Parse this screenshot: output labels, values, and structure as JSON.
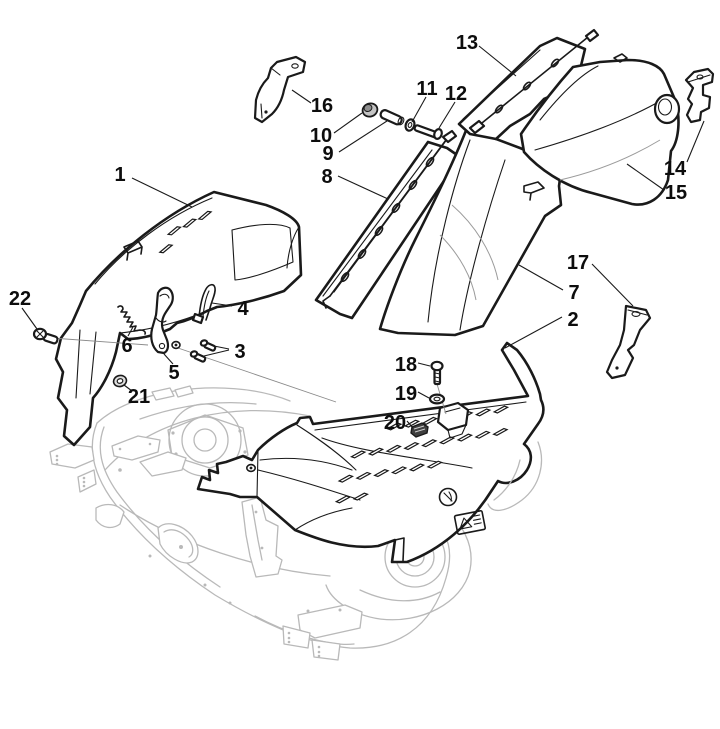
{
  "diagram": {
    "type": "exploded-parts-diagram",
    "subject": "mower-deck-belt-covers",
    "background_color": "#ffffff",
    "ink_color": "#1a1a1a",
    "reference_part_color": "#b9b9b9",
    "callouts": [
      {
        "label": "1"
      },
      {
        "label": "2"
      },
      {
        "label": "3"
      },
      {
        "label": "4"
      },
      {
        "label": "5"
      },
      {
        "label": "6"
      },
      {
        "label": "7"
      },
      {
        "label": "8"
      },
      {
        "label": "9"
      },
      {
        "label": "10"
      },
      {
        "label": "11"
      },
      {
        "label": "12"
      },
      {
        "label": "13"
      },
      {
        "label": "14"
      },
      {
        "label": "15"
      },
      {
        "label": "16"
      },
      {
        "label": "17"
      },
      {
        "label": "18"
      },
      {
        "label": "19"
      },
      {
        "label": "20"
      },
      {
        "label": "21"
      },
      {
        "label": "22"
      }
    ]
  }
}
